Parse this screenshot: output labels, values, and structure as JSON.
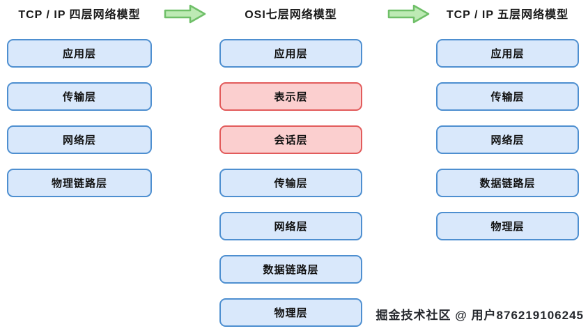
{
  "diagram": {
    "columns": [
      {
        "title": "TCP / IP 四层网络模型",
        "layers": [
          {
            "label": "应用层",
            "type": "blue"
          },
          {
            "label": "传输层",
            "type": "blue"
          },
          {
            "label": "网络层",
            "type": "blue"
          },
          {
            "label": "物理链路层",
            "type": "blue"
          }
        ]
      },
      {
        "title": "OSI七层网络模型",
        "layers": [
          {
            "label": "应用层",
            "type": "blue"
          },
          {
            "label": "表示层",
            "type": "pink"
          },
          {
            "label": "会话层",
            "type": "pink"
          },
          {
            "label": "传输层",
            "type": "blue"
          },
          {
            "label": "网络层",
            "type": "blue"
          },
          {
            "label": "数据链路层",
            "type": "blue"
          },
          {
            "label": "物理层",
            "type": "blue"
          }
        ]
      },
      {
        "title": "TCP / IP 五层网络模型",
        "layers": [
          {
            "label": "应用层",
            "type": "blue"
          },
          {
            "label": "传输层",
            "type": "blue"
          },
          {
            "label": "网络层",
            "type": "blue"
          },
          {
            "label": "数据链路层",
            "type": "blue"
          },
          {
            "label": "物理层",
            "type": "blue"
          }
        ]
      }
    ],
    "colors": {
      "blue_fill": "#d9e8fb",
      "blue_border": "#4e8fd0",
      "pink_fill": "#fbcfcf",
      "pink_border": "#e25b5b",
      "arrow_fill": "#bdeab4",
      "arrow_border": "#6fbf68"
    },
    "watermark": "掘金技术社区 @ 用户876219106245"
  }
}
